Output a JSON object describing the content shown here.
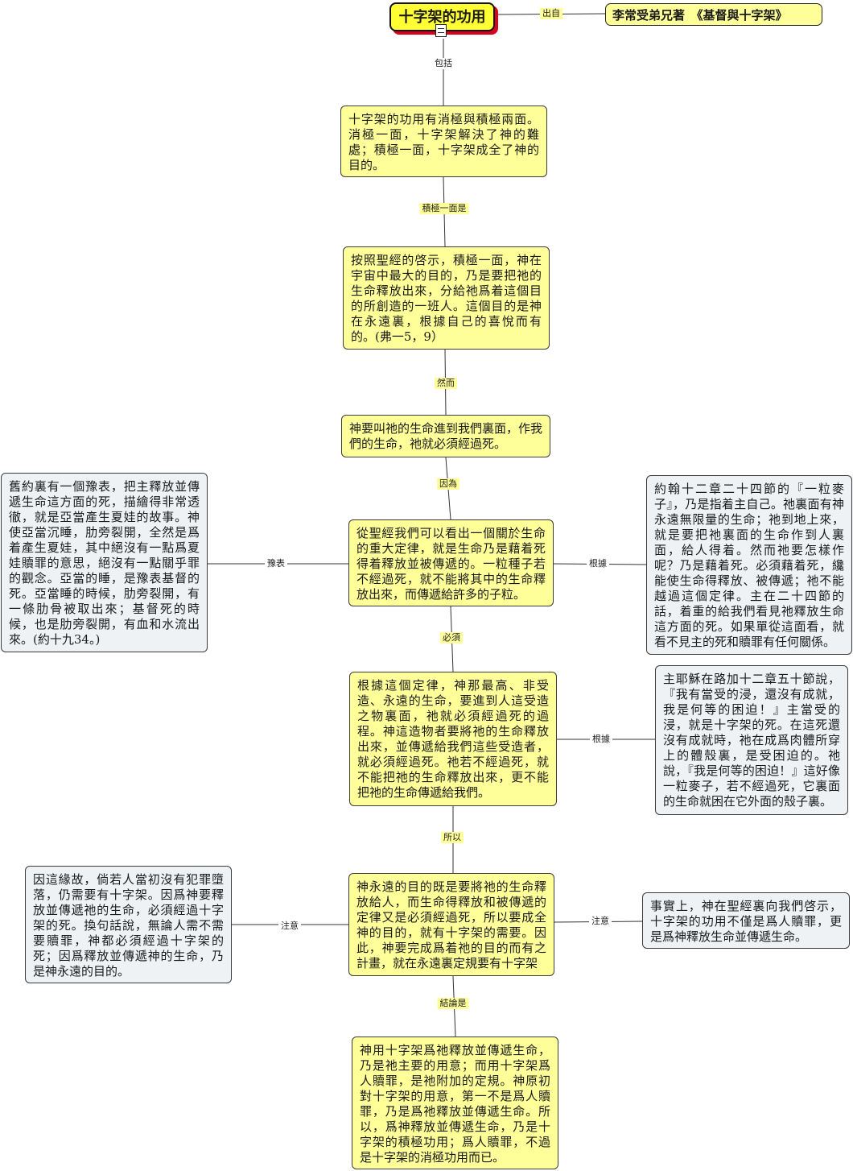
{
  "root": {
    "title": "十字架的功用"
  },
  "source": {
    "label": "出自",
    "text": "李常受弟兄著　《基督與十字架》"
  },
  "nodes": {
    "n1": "十字架的功用有消極與積極兩面。消極一面，十字架解決了神的難處；積極一面，十字架成全了神的目的。",
    "n2": "按照聖經的啓示，積極一面，神在宇宙中最大的目的，乃是要把祂的生命釋放出來，分給祂爲着這個目的所創造的一班人。這個目的是神在永遠裏，根據自己的喜悅而有的。(弗一5，9）",
    "n3": "神要叫祂的生命進到我們裏面，作我們的生命，祂就必須經過死。",
    "n4": "從聖經我們可以看出一個關於生命的重大定律，就是生命乃是藉着死得着釋放並被傳遞的。一粒種子若不經過死，就不能將其中的生命釋放出來，而傳遞給許多的子粒。",
    "n5": "根據這個定律，神那最高、非受造、永遠的生命，要進到人這受造之物裏面，祂就必須經過死的過程。神這造物者要將祂的生命釋放出來，並傳遞給我們這些受造者，就必須經過死。祂若不經過死，就不能把祂的生命釋放出來，更不能把祂的生命傳遞給我們。",
    "n6": "神永遠的目的既是要將祂的生命釋放給人，而生命得釋放和被傳遞的定律又是必須經過死，所以要成全神的目的，就有十字架的需要。因此，神要完成爲着祂的目的而有之計畫，就在永遠裏定規要有十字架",
    "n7": "神用十字架爲祂釋放並傳遞生命，乃是祂主要的用意；而用十字架爲人贖罪，是祂附加的定規。神原初對十字架的用意，第一不是爲人贖罪，乃是爲祂釋放並傳遞生命。所以，爲神釋放並傳遞生命，乃是十字架的積極功用；爲人贖罪，不過是十字架的消極功用而已。",
    "left1": "舊約裏有一個豫表，把主釋放並傳遞生命這方面的死，描繪得非常透徹，就是亞當產生夏娃的故事。神使亞當沉睡，肋旁裂開，全然是爲着產生夏娃，其中絕沒有一點爲夏娃贖罪的意思，絕沒有一點關乎罪的觀念。亞當的睡，是豫表基督的死。亞當睡的時候，肋旁裂開，有一條肋骨被取出來；基督死的時候，也是肋旁裂開，有血和水流出來。(約十九34。)",
    "right1": "約翰十二章二十四節的『一粒麥子』，乃是指着主自己。祂裏面有神永遠無限量的生命；祂到地上來，就是要把祂裏面的生命作到人裏面，給人得着。然而祂要怎樣作呢？乃是藉着死。必須藉着死，纔能使生命得釋放、被傳遞；祂不能越過這個定律。主在二十四節的話，着重的給我們看見祂釋放生命這方面的死。如果單從這面看，就看不見主的死和贖罪有任何關係。",
    "right2": "主耶穌在路加十二章五十節說，『我有當受的浸，還沒有成就，我是何等的困迫！』主當受的浸，就是十字架的死。在這死還沒有成就時，祂在成爲肉體所穿上的體殼裏，是受困迫的。祂說，『我是何等的困迫！』這好像一粒麥子，若不經過死，它裏面的生命就困在它外面的殼子裏。",
    "left2": "因這緣故，倘若人當初沒有犯罪墮落，仍需要有十字架。因爲神要釋放並傳遞祂的生命，必須經過十字架的死。換句話說，無論人需不需要贖罪，神都必須經過十字架的死；因爲釋放並傳遞神的生命，乃是神永遠的目的。",
    "right3": "事實上，神在聖經裏向我們啓示，十字架的功用不僅是爲人贖罪，更是爲神釋放生命並傳遞生命。"
  },
  "labels": {
    "includes": "包括",
    "positive_side": "積極一面是",
    "however": "然而",
    "because": "因為",
    "must": "必須",
    "therefore": "所以",
    "conclusion": "結論是",
    "type": "豫表",
    "basis1": "根據",
    "basis2": "根據",
    "note_left": "注意",
    "note_right": "注意"
  },
  "colors": {
    "root_fill": "#ffff33",
    "root_shadow": "#d8001e",
    "yellow_node": "#ffff99",
    "blue_node": "#eef2f5",
    "line": "#333333"
  },
  "icons": [
    "note-icon"
  ]
}
